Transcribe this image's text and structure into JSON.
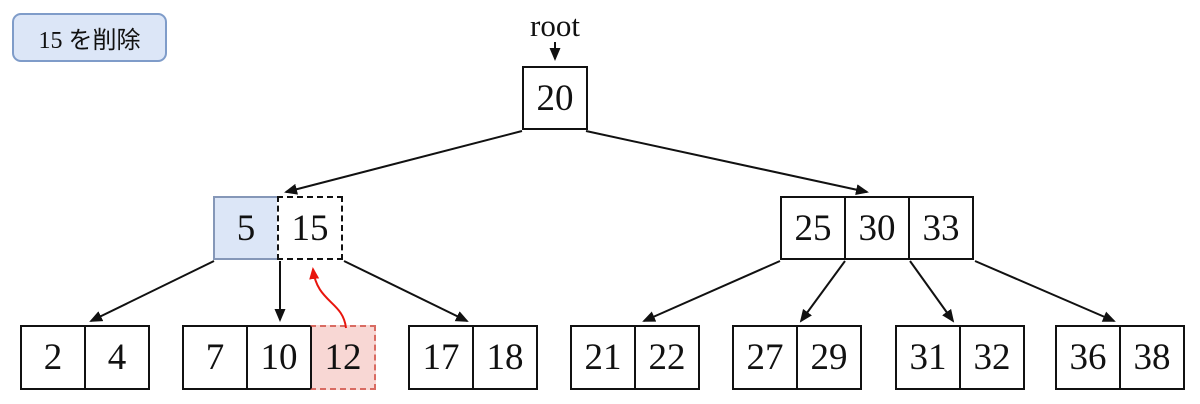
{
  "badge": {
    "label": "15 を削除"
  },
  "tree": {
    "root_pointer_label": "root",
    "root": {
      "keys": [
        "20"
      ]
    },
    "internal": [
      {
        "keys": [
          "5",
          "15"
        ]
      },
      {
        "keys": [
          "25",
          "30",
          "33"
        ]
      }
    ],
    "leaves": [
      {
        "keys": [
          "2",
          "4"
        ]
      },
      {
        "keys": [
          "7",
          "10",
          "12"
        ]
      },
      {
        "keys": [
          "17",
          "18"
        ]
      },
      {
        "keys": [
          "21",
          "22"
        ]
      },
      {
        "keys": [
          "27",
          "29"
        ]
      },
      {
        "keys": [
          "31",
          "32"
        ]
      },
      {
        "keys": [
          "36",
          "38"
        ]
      }
    ]
  },
  "colors": {
    "selected_cell_fill": "#dce6f7",
    "selected_cell_border": "#8597b8",
    "removed_cell_fill": "#f8d7d4",
    "removed_cell_border": "#d96b62",
    "move_arrow_red": "#e8150d",
    "line_black": "#111111",
    "badge_fill": "#dce6f7",
    "badge_border": "#7f9cc9"
  }
}
